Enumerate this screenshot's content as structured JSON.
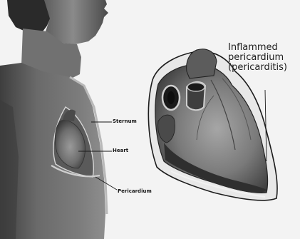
{
  "labels": {
    "sternum": "Sternum",
    "heart": "Heart",
    "pericardium": "Pericardium",
    "inflamed_line1": "Inflammed",
    "inflamed_line2": "pericardium",
    "inflamed_line3": "(pericarditis)"
  }
}
